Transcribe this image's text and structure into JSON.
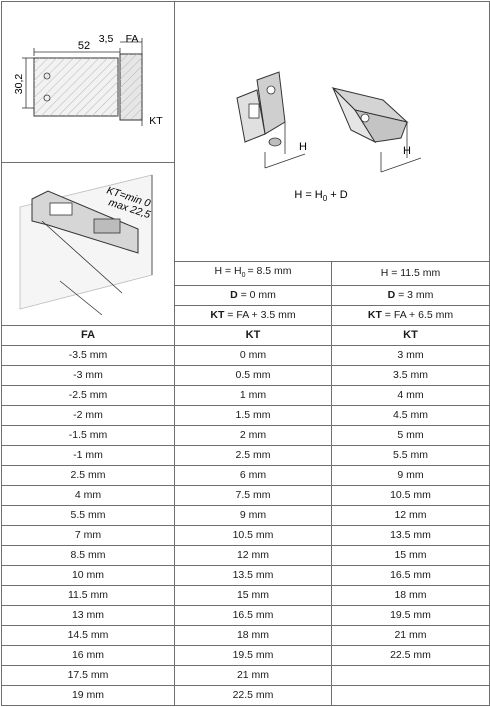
{
  "diagram": {
    "dim_52": "52",
    "dim_3_5": "3,5",
    "dim_FA": "FA",
    "dim_30_2": "30,2",
    "dim_KT": "KT",
    "kt_min": "KT=min 0",
    "kt_max": "max 22,5",
    "h_label_left": "H",
    "h_label_right": "H",
    "formula_main": "H = H",
    "formula_sub": "0",
    "formula_tail": " + D"
  },
  "options": [
    {
      "h_text": "H = H",
      "h_sub": "0",
      "h_tail": "= 8.5 mm",
      "d_key": "D",
      "d_value": " = 0 mm",
      "kt_key": "KT",
      "kt_value": " = FA + 3.5 mm"
    },
    {
      "h_text": "H = 11.5 mm",
      "h_sub": "",
      "h_tail": "",
      "d_key": "D",
      "d_value": " = 3 mm",
      "kt_key": "KT",
      "kt_value": " = FA + 6.5 mm"
    }
  ],
  "table": {
    "headers": [
      "FA",
      "KT",
      "KT"
    ],
    "rows": [
      [
        "-3.5 mm",
        "0 mm",
        "3 mm"
      ],
      [
        "-3 mm",
        "0.5 mm",
        "3.5 mm"
      ],
      [
        "-2.5 mm",
        "1 mm",
        "4 mm"
      ],
      [
        "-2 mm",
        "1.5 mm",
        "4.5 mm"
      ],
      [
        "-1.5 mm",
        "2 mm",
        "5 mm"
      ],
      [
        "-1 mm",
        "2.5 mm",
        "5.5 mm"
      ],
      [
        "2.5 mm",
        "6 mm",
        "9 mm"
      ],
      [
        "4 mm",
        "7.5 mm",
        "10.5 mm"
      ],
      [
        "5.5 mm",
        "9 mm",
        "12 mm"
      ],
      [
        "7 mm",
        "10.5 mm",
        "13.5 mm"
      ],
      [
        "8.5 mm",
        "12 mm",
        "15 mm"
      ],
      [
        "10 mm",
        "13.5 mm",
        "16.5 mm"
      ],
      [
        "11.5 mm",
        "15 mm",
        "18 mm"
      ],
      [
        "13 mm",
        "16.5 mm",
        "19.5 mm"
      ],
      [
        "14.5 mm",
        "18 mm",
        "21 mm"
      ],
      [
        "16 mm",
        "19.5 mm",
        "22.5 mm"
      ],
      [
        "17.5 mm",
        "21 mm",
        ""
      ],
      [
        "19 mm",
        "22.5 mm",
        ""
      ]
    ]
  }
}
